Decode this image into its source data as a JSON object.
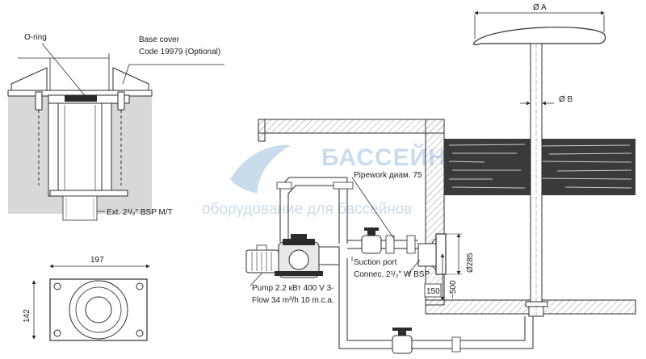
{
  "labels": {
    "o_ring": "O-ring",
    "base_cover": "Base cover",
    "base_cover_code": "Code 19979 (Optional)",
    "ext_bsp": "Ext. 2¹/₂\" BSP M/T",
    "pipework": "Pipework диам. 75",
    "suction_port": "Suction port",
    "suction_connec": "Connec. 2¹/₂\" W BSP",
    "pump_line1": "Pump 2.2 кВт 400 V 3-",
    "pump_line2": "Flow 34 m³/h 10 m.c.a."
  },
  "dimensions": {
    "width_197": "197",
    "height_142": "142",
    "diam_a": "Ø A",
    "diam_b": "Ø B",
    "diam_285": "Ø285",
    "depth_500": "~500",
    "sill_150": "150"
  },
  "watermark": {
    "line1": "БАССЕЙН СЕРВИС",
    "line2": "оборудование для бассейнов"
  },
  "colors": {
    "line": "#2b2b2b",
    "concrete": "#d8d8d8",
    "water_dark": "#3a3a3a",
    "watermark": "#c9dcee"
  }
}
